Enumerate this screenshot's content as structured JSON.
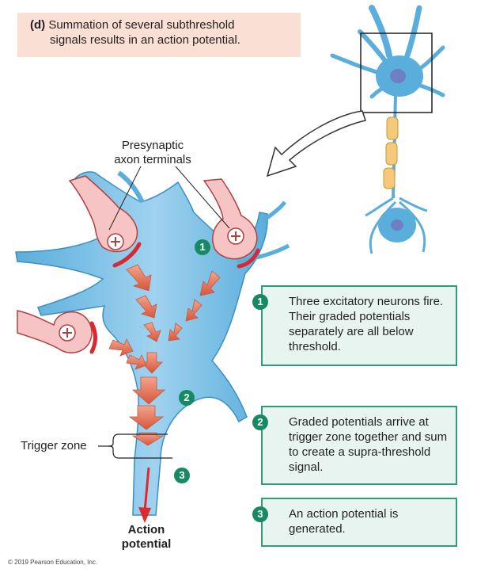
{
  "title": {
    "letter": "(d)",
    "line1": "Summation of several subthreshold",
    "line2": "signals results in an action potential."
  },
  "labels": {
    "presynaptic_line1": "Presynaptic",
    "presynaptic_line2": "axon terminals",
    "trigger_zone": "Trigger zone",
    "action_line1": "Action",
    "action_line2": "potential",
    "plus_sign": "+"
  },
  "steps": [
    {
      "number": "1",
      "text": "Three excitatory neurons fire. Their graded potentials separately are all below threshold."
    },
    {
      "number": "2",
      "text": "Graded potentials arrive at trigger zone together and sum to create a supra-threshold signal."
    },
    {
      "number": "3",
      "text": "An action potential is generated."
    }
  ],
  "copyright": "© 2019 Pearson Education, Inc.",
  "colors": {
    "neuron_fill": "#5aaedc",
    "neuron_light": "#c5e6f7",
    "terminal_fill": "#f6c4c4",
    "terminal_stroke": "#b0413e",
    "synapse_red": "#d9282f",
    "arrow_fill": "#e8836a",
    "step_box_fill": "#e8f4ef",
    "step_border": "#2f9e78",
    "badge": "#178a63",
    "myelin": "#f5c97a",
    "title_bg": "#f9dfd4",
    "action_arrow": "#e02a2a"
  }
}
